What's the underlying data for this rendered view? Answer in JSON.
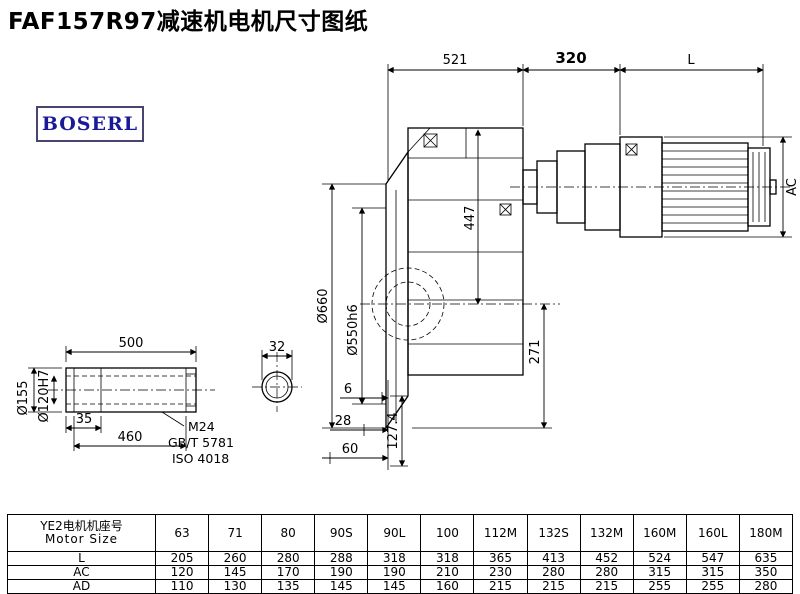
{
  "title": "FAF157R97减速机电机尺寸图纸",
  "logo": {
    "text": "BOSERL"
  },
  "drawing": {
    "dims": {
      "top_521": "521",
      "top_320": "320",
      "top_L": "L",
      "right_AC": "AC",
      "gear_447": "447",
      "gear_271": "271",
      "flange_660": "Ø660",
      "flange_550": "Ø550h6",
      "shaft_500": "500",
      "shaft_35": "35",
      "shaft_460": "460",
      "shaft_155": "Ø155",
      "shaft_120": "Ø120H7",
      "key_32": "32",
      "foot_6": "6",
      "foot_28": "28",
      "foot_60": "60",
      "foot_127": "127.4"
    },
    "notes": {
      "thread": "M24",
      "standard_gb": "GB/T 5781",
      "standard_iso": "ISO 4018"
    }
  },
  "table": {
    "row_header_cn": "YE2电机机座号",
    "row_header_en": "Motor Size",
    "sizes": [
      "63",
      "71",
      "80",
      "90S",
      "90L",
      "100",
      "112M",
      "132S",
      "132M",
      "160M",
      "160L",
      "180M"
    ],
    "rows": [
      {
        "label": "L",
        "values": [
          "205",
          "260",
          "280",
          "288",
          "318",
          "318",
          "365",
          "413",
          "452",
          "524",
          "547",
          "635"
        ]
      },
      {
        "label": "AC",
        "values": [
          "120",
          "145",
          "170",
          "190",
          "190",
          "210",
          "230",
          "280",
          "280",
          "315",
          "315",
          "350"
        ]
      },
      {
        "label": "AD",
        "values": [
          "110",
          "130",
          "135",
          "145",
          "145",
          "160",
          "215",
          "215",
          "215",
          "255",
          "255",
          "280"
        ]
      }
    ]
  }
}
